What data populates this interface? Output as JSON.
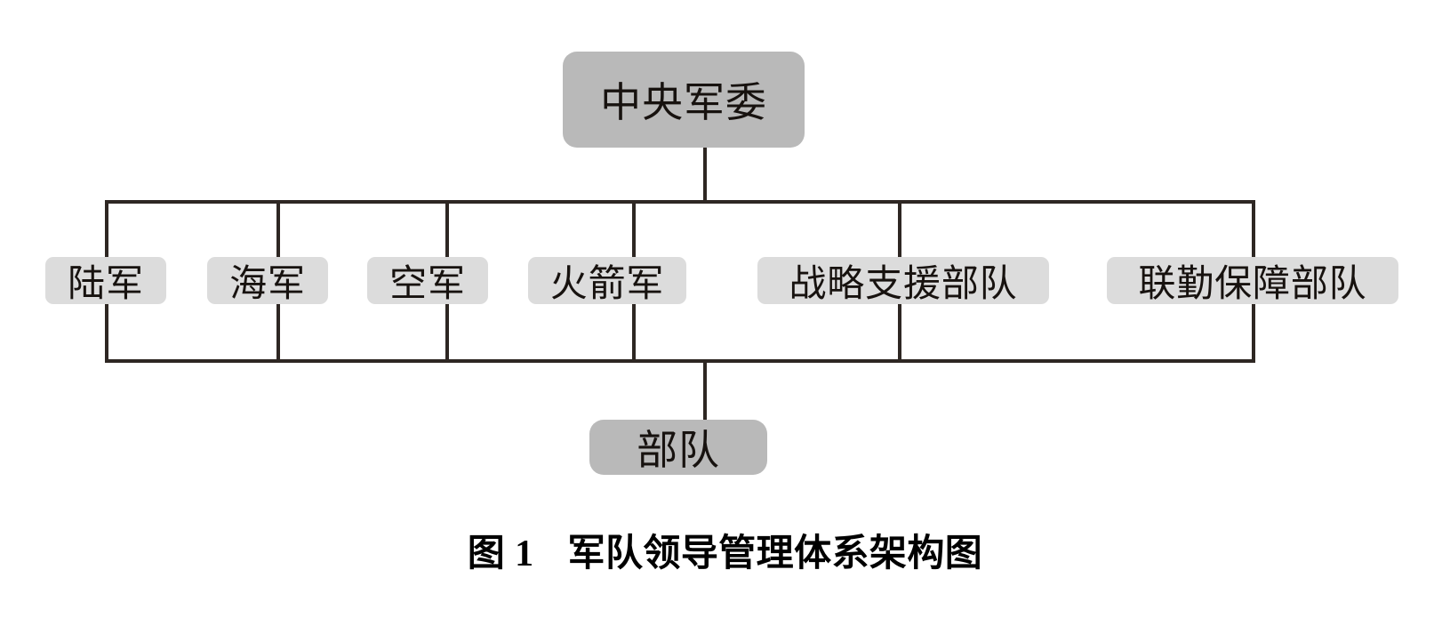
{
  "figure": {
    "caption_label": "图 1",
    "caption_title": "军队领导管理体系架构图",
    "caption_full": "图 1　军队领导管理体系架构图"
  },
  "colors": {
    "root_fill": "#b9b9b9",
    "branch_fill": "#dcdcdc",
    "leaf_fill": "#b9b9b9",
    "line": "#2e2723",
    "text": "#17120f",
    "background": "#ffffff"
  },
  "chart_data": {
    "type": "diagram",
    "diagram_kind": "organization-chart",
    "title": "军队领导管理体系架构图",
    "root": {
      "id": "cmc",
      "label": "中央军委"
    },
    "branches": [
      {
        "id": "army",
        "label": "陆军"
      },
      {
        "id": "navy",
        "label": "海军"
      },
      {
        "id": "airforce",
        "label": "空军"
      },
      {
        "id": "rocket",
        "label": "火箭军"
      },
      {
        "id": "ssf",
        "label": "战略支援部队"
      },
      {
        "id": "jlsf",
        "label": "联勤保障部队"
      }
    ],
    "leaf": {
      "id": "troops",
      "label": "部队"
    },
    "edges": [
      {
        "from": "cmc",
        "to": "branch-rail"
      },
      {
        "from": "branch-rail",
        "to": "army"
      },
      {
        "from": "branch-rail",
        "to": "navy"
      },
      {
        "from": "branch-rail",
        "to": "airforce"
      },
      {
        "from": "branch-rail",
        "to": "rocket"
      },
      {
        "from": "branch-rail",
        "to": "ssf"
      },
      {
        "from": "branch-rail",
        "to": "jlsf"
      },
      {
        "from": "branch-rail",
        "to": "troops"
      }
    ]
  },
  "nodes": {
    "root": {
      "label": "中央军委"
    },
    "branch_1": {
      "label": "陆军"
    },
    "branch_2": {
      "label": "海军"
    },
    "branch_3": {
      "label": "空军"
    },
    "branch_4": {
      "label": "火箭军"
    },
    "branch_5": {
      "label": "战略支援部队"
    },
    "branch_6": {
      "label": "联勤保障部队"
    },
    "leaf": {
      "label": "部队"
    }
  }
}
